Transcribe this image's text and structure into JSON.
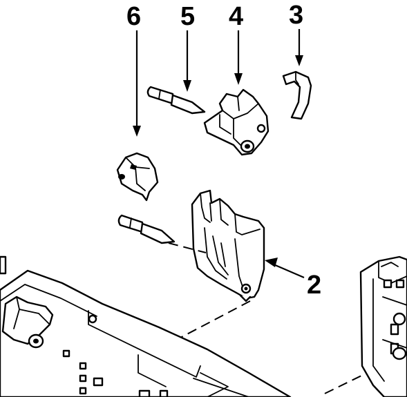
{
  "callouts": {
    "c2": "2",
    "c3": "3",
    "c4": "4",
    "c5": "5",
    "c6": "6"
  },
  "colors": {
    "ink": "#000000",
    "paper": "#ffffff"
  }
}
